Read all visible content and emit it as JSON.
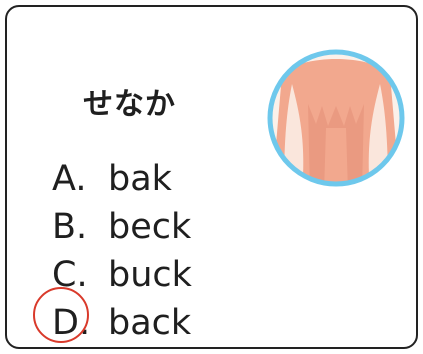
{
  "question": {
    "word": "せなか"
  },
  "image": {
    "subject": "back-illustration-icon",
    "colors": {
      "ring": "#6ec8ec",
      "background": "#fbf1ea",
      "skin": "#f2a88e",
      "shadow": "#e48e76"
    }
  },
  "options": [
    {
      "letter": "A.",
      "text": "bak"
    },
    {
      "letter": "B.",
      "text": "beck"
    },
    {
      "letter": "C.",
      "text": "buck"
    },
    {
      "letter": "D.",
      "text": "back"
    }
  ],
  "marked_answer": {
    "letter": "D",
    "circle_color": "#d93a2b"
  }
}
